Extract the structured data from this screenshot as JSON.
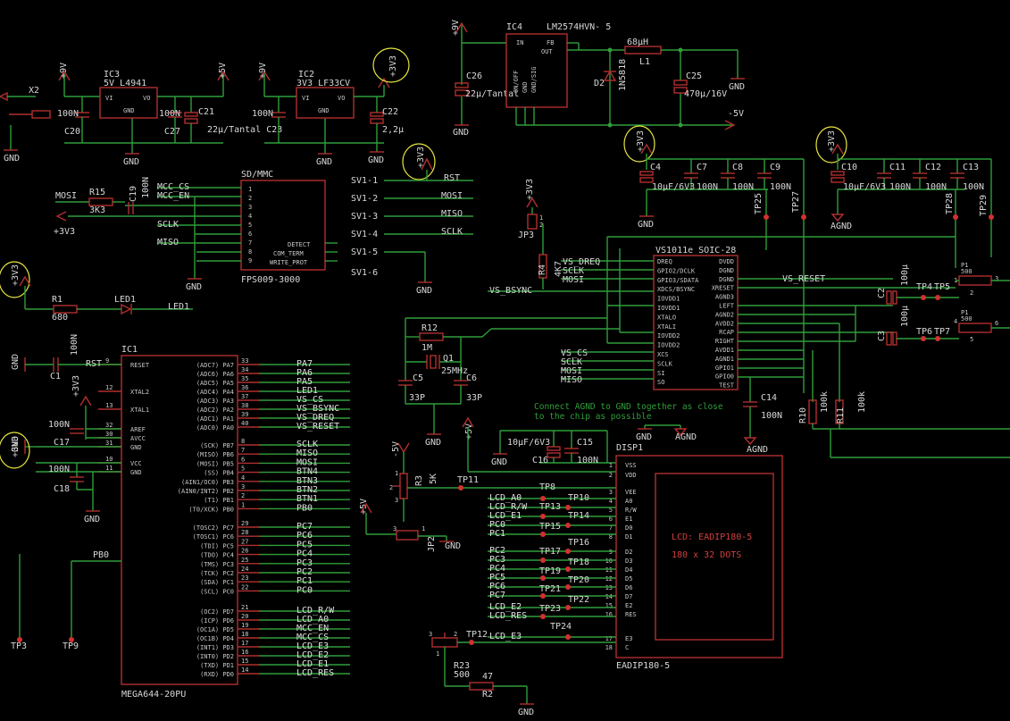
{
  "colors": {
    "background": "#000000",
    "wire": "#2f9e3a",
    "part": "#b12f2f",
    "text": "#d8d8d8",
    "highlight": "#e8e640"
  },
  "ic4": {
    "name": "IC4",
    "value": "LM2574HVN- 5",
    "pins": [
      "IN",
      "FB",
      "OUT",
      "ON/OFF",
      "GND",
      "GND/SIG"
    ]
  },
  "ic3": {
    "name": "IC3",
    "value": "5V L4941",
    "pins": [
      "VI",
      "VO",
      "GND"
    ]
  },
  "ic2": {
    "name": "IC2",
    "value": "3V3 LF33CV",
    "pins": [
      "VI",
      "VO",
      "GND"
    ]
  },
  "ic1": {
    "name": "IC1",
    "value": "MEGA644-20PU"
  },
  "vs": {
    "name": "VS1011e SOIC-28"
  },
  "sd": {
    "name": "SD/MMC",
    "value": "FPS009-3000",
    "pins": [
      "DETECT",
      "COM_TERM",
      "WRITE_PROT"
    ]
  },
  "disp": {
    "name": "DISP1",
    "value": "EADIP180-5",
    "lcd": "LCD: EADIP180-5",
    "dots": "180 x 32 DOTS"
  },
  "supply": {
    "p9v": "+9V",
    "p5v": "+5V",
    "p3v3": "+3V3",
    "m5v": "-5V",
    "gnd": "GND",
    "agnd": "AGND"
  },
  "note": [
    "Connect AGND to GND together as close",
    "to the chip as possible"
  ],
  "parts": {
    "c26": "C26",
    "c26v": "22µ/Tantal",
    "c25": "C25",
    "c25v": "470µ/16V",
    "l1": "L1",
    "l1v": "68µH",
    "d2": "D2",
    "d2v": "1N5818",
    "x2": "X2",
    "c20": "C20",
    "c27": "C27",
    "c21": "C21",
    "c23": "22µ/Tantal C23",
    "c22": "C22",
    "c22v": "2,2µ",
    "n100": "100N",
    "r15": "R15",
    "r15v": "3K3",
    "c19": "C19",
    "c19v": "100N",
    "c4": "C4",
    "c4v": "10µF/6V3",
    "c7": "C7",
    "c8": "C8",
    "c9": "C9",
    "c10": "C10",
    "c10v": "10µF/6V3",
    "c11": "C11",
    "c12": "C12",
    "c13": "C13",
    "tp25": "TP25",
    "tp27": "TP27",
    "tp28": "TP28",
    "tp29": "TP29",
    "jp3": "JP3",
    "r4": "R4",
    "r4v": "4K7",
    "r1": "R1",
    "r1v": "680",
    "led1": "LED1",
    "c2": "C2",
    "c3": "C3",
    "c100u": "100µ",
    "tp4": "TP4",
    "tp5": "TP5",
    "tp6": "TP6",
    "tp7": "TP7",
    "p1": "P1",
    "p1v": "500",
    "r12": "R12",
    "r12v": "1M",
    "q1": "Q1",
    "q1v": "25MHz",
    "c5": "C5",
    "c6": "C6",
    "c33p": "33P",
    "c14": "C14",
    "r10": "R10",
    "r11": "R11",
    "r100k": "100k",
    "c1": "C1",
    "c17": "C17",
    "c18": "C18",
    "c16": "C16",
    "c16v": "10µF/6V3",
    "c15": "C15",
    "r3": "R3",
    "r3v": "5K",
    "jp2": "JP2",
    "tp11": "TP11",
    "tp12": "TP12",
    "r23": "R23",
    "r23v": "500",
    "r2": "R2",
    "r2v": "47",
    "tp3": "TP3",
    "tp9": "TP9",
    "tp8": "TP8",
    "tp10": "TP10",
    "tp13": "TP13",
    "tp14": "TP14",
    "tp15": "TP15",
    "tp16": "TP16",
    "tp17": "TP17",
    "tp18": "TP18",
    "tp19": "TP19",
    "tp20": "TP20",
    "tp21": "TP21",
    "tp22": "TP22",
    "tp23": "TP23",
    "tp24": "TP24"
  },
  "sv1": [
    "SV1-1",
    "SV1-2",
    "SV1-3",
    "SV1-4",
    "SV1-5",
    "SV1-6"
  ],
  "sv_nets": [
    "RST",
    "MOSI",
    "MISO",
    "SCLK"
  ],
  "sd_nets": [
    "MCC_CS",
    "MCC_EN",
    "MOSI",
    "SCLK",
    "MISO"
  ],
  "misc_nets": [
    "LED1",
    "RST",
    "VS_BSYNC",
    "VS_RESET",
    "VS_DREQ",
    "SCLK",
    "MOSI",
    "VS_CS",
    "MISO",
    "PB0"
  ],
  "ic1_left": [
    {
      "n": "9",
      "l": "RESET"
    },
    {
      "n": "12",
      "l": "XTAL2"
    },
    {
      "n": "13",
      "l": "XTAL1"
    },
    {
      "n": "32",
      "l": "AREF"
    },
    {
      "n": "30",
      "l": "AVCC"
    },
    {
      "n": "31",
      "l": "GND"
    },
    {
      "n": "10",
      "l": "VCC"
    },
    {
      "n": "11",
      "l": "GND"
    }
  ],
  "ic1_right": [
    {
      "l": "(ADC7) PA7",
      "n": "33",
      "net": "PA7"
    },
    {
      "l": "(ADC6) PA6",
      "n": "34",
      "net": "PA6"
    },
    {
      "l": "(ADC5) PA5",
      "n": "35",
      "net": "PA5"
    },
    {
      "l": "(ADC4) PA4",
      "n": "36",
      "net": "LED1"
    },
    {
      "l": "(ADC3) PA3",
      "n": "37",
      "net": "VS_CS"
    },
    {
      "l": "(ADC2) PA2",
      "n": "38",
      "net": "VS_BSYNC"
    },
    {
      "l": "(ADC1) PA1",
      "n": "39",
      "net": "VS_DREQ"
    },
    {
      "l": "(ADC0) PA0",
      "n": "40",
      "net": "VS_RESET"
    },
    {
      "l": "(SCK) PB7",
      "n": "8",
      "net": "SCLK"
    },
    {
      "l": "(MISO) PB6",
      "n": "7",
      "net": "MISO"
    },
    {
      "l": "(MOSI) PB5",
      "n": "6",
      "net": "MOSI"
    },
    {
      "l": "(SS) PB4",
      "n": "5",
      "net": "BTN4"
    },
    {
      "l": "(AIN1/OC0) PB3",
      "n": "4",
      "net": "BTN3"
    },
    {
      "l": "(AIN0/INT2) PB2",
      "n": "3",
      "net": "BTN2"
    },
    {
      "l": "(T1) PB1",
      "n": "2",
      "net": "BTN1"
    },
    {
      "l": "(T0/XCK) PB0",
      "n": "1",
      "net": "PB0"
    },
    {
      "l": "(TOSC2) PC7",
      "n": "29",
      "net": "PC7"
    },
    {
      "l": "(TOSC1) PC6",
      "n": "28",
      "net": "PC6"
    },
    {
      "l": "(TDI) PC5",
      "n": "27",
      "net": "PC5"
    },
    {
      "l": "(TDO) PC4",
      "n": "26",
      "net": "PC4"
    },
    {
      "l": "(TMS) PC3",
      "n": "25",
      "net": "PC3"
    },
    {
      "l": "(TCK) PC2",
      "n": "24",
      "net": "PC2"
    },
    {
      "l": "(SDA) PC1",
      "n": "23",
      "net": "PC1"
    },
    {
      "l": "(SCL) PC0",
      "n": "22",
      "net": "PC0"
    },
    {
      "l": "(OC2) PD7",
      "n": "21",
      "net": "LCD_R/W"
    },
    {
      "l": "(ICP) PD6",
      "n": "20",
      "net": "LCD_A0"
    },
    {
      "l": "(OC1A) PD5",
      "n": "19",
      "net": "MCC_EN"
    },
    {
      "l": "(OC1B) PD4",
      "n": "18",
      "net": "MCC_CS"
    },
    {
      "l": "(INT1) PD3",
      "n": "17",
      "net": "LCD_E3"
    },
    {
      "l": "(INT0) PD2",
      "n": "16",
      "net": "LCD_E2"
    },
    {
      "l": "(TXD) PD1",
      "n": "15",
      "net": "LCD_E1"
    },
    {
      "l": "(RXD) PD0",
      "n": "14",
      "net": "LCD_RES"
    }
  ],
  "vs_left": [
    "DREQ",
    "GPIO2/DCLK",
    "GPIO3/SDATA",
    "XDCS/BSYNC",
    "IOVDD1",
    "IOVDD1",
    "XTALO",
    "XTALI",
    "IOVDD2",
    "IOVDD2",
    "XCS",
    "SCLK",
    "SI",
    "SO"
  ],
  "vs_right": [
    "DVDD",
    "DGND",
    "DGND",
    "XRESET",
    "AGND3",
    "LEFT",
    "AGND2",
    "AVDD2",
    "RCAP",
    "RIGHT",
    "AVDD1",
    "AGND1",
    "GPIO1",
    "GPIO0",
    "TEST"
  ],
  "vs_nets_left": [
    "VS_DREQ",
    "SCLK",
    "MOSI",
    "VS_BSYNC",
    "VS_CS",
    "SCLK",
    "MOSI",
    "MISO"
  ],
  "disp_pins": [
    {
      "n": "1",
      "l": "VSS"
    },
    {
      "n": "2",
      "l": "VDD"
    },
    {
      "n": "3",
      "l": "VEE"
    },
    {
      "n": "4",
      "l": "A0"
    },
    {
      "n": "5",
      "l": "R/W"
    },
    {
      "n": "6",
      "l": "E1"
    },
    {
      "n": "7",
      "l": "D0"
    },
    {
      "n": "8",
      "l": "D1"
    },
    {
      "n": "9",
      "l": "D2"
    },
    {
      "n": "10",
      "l": "D3"
    },
    {
      "n": "11",
      "l": "D4"
    },
    {
      "n": "12",
      "l": "D5"
    },
    {
      "n": "13",
      "l": "D6"
    },
    {
      "n": "14",
      "l": "D7"
    },
    {
      "n": "15",
      "l": "E2"
    },
    {
      "n": "16",
      "l": "RES"
    },
    {
      "n": "17",
      "l": "E3"
    },
    {
      "n": "18",
      "l": "C"
    }
  ],
  "disp_nets": [
    "LCD_A0",
    "LCD_R/W",
    "LCD_E1",
    "PC0",
    "PC1",
    "PC2",
    "PC3",
    "PC4",
    "PC5",
    "PC6",
    "PC7",
    "LCD_E2",
    "LCD_RES",
    "LCD_E3"
  ],
  "ic1_nets_extra": [
    "PA7",
    "PA6",
    "PA5"
  ]
}
